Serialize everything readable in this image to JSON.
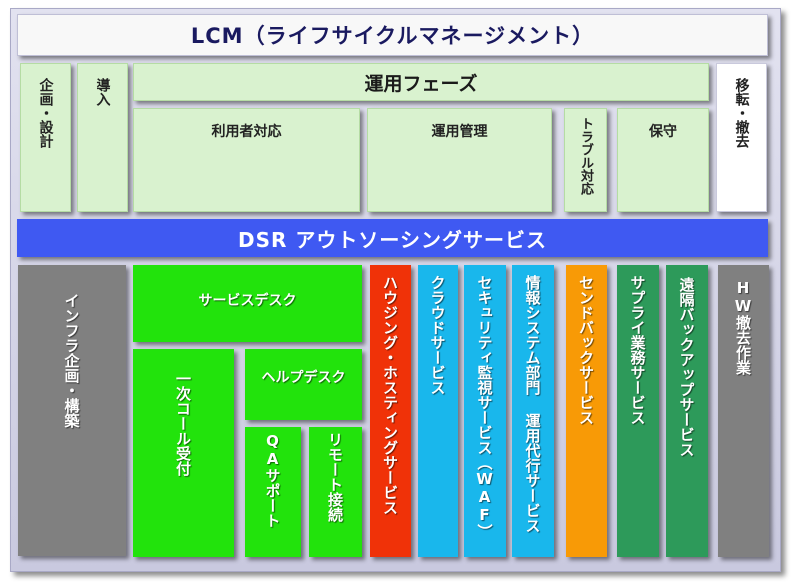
{
  "lcm": {
    "title": "LCM（ライフサイクルマネージメント）"
  },
  "phases": {
    "planning": "企画・設計",
    "introduction": "導入",
    "operation_phase": "運用フェーズ",
    "user_support": "利用者対応",
    "operation_management": "運用管理",
    "trouble_handling": "トラブル対応",
    "maintenance": "保守",
    "migration_removal": "移転・撤去"
  },
  "dsr": {
    "title": "DSR アウトソーシングサービス"
  },
  "services": {
    "infra": "インフラ企画・構築",
    "service_desk": "サービスデスク",
    "first_call": "一次コール受付",
    "help_desk": "ヘルプデスク",
    "qa_support": "QAサポート",
    "remote": "リモート接続",
    "housing": "ハウジング・ホスティングサービス",
    "cloud": "クラウドサービス",
    "security": "セキュリティ監視サービス（WAF）",
    "info_system": "情報システム部門 運用代行サービス",
    "sendback": "センドバックサービス",
    "supply": "サプライ業務サービス",
    "remote_backup": "遠隔バックアップサービス",
    "hw_removal": "HW撤去作業"
  },
  "colors": {
    "lcm_text": "#1a1a60",
    "phase_green": "#d9f2cf",
    "dsr_blue": "#3f59f2",
    "infra_gray": "#808080",
    "lime": "#22e30c",
    "housing_red": "#f03208",
    "cyan": "#19b7ec",
    "sendback_orange": "#f89a06",
    "dark_green": "#2d9a5a",
    "hw_gray": "#808080"
  }
}
